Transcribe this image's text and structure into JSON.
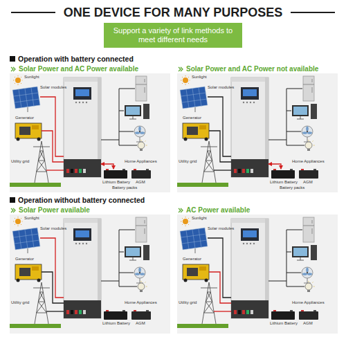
{
  "diagram": {
    "title": "ONE DEVICE FOR MANY PURPOSES",
    "nodes": [
      {
        "text": [
          "Support a variety of link methods to meet different needs"
        ]
      },
      {
        "text": [
          "Solar Power and AC Power available"
        ]
      },
      {
        "text": [
          "Solar Power and AC Power not available"
        ]
      },
      {
        "text": [
          "Solar Power available"
        ]
      },
      {
        "text": [
          "AC Power available"
        ]
      }
    ],
    "labels": [
      "Operation with battery connected",
      "Sunlight",
      "Solar modules",
      "Generator",
      "Utility grid",
      "Lithium Battery",
      "AGM",
      "Battery packs",
      "Home Appliances",
      "Sunlight",
      "Solar modules",
      "Generator",
      "Utility grid",
      "Lithium Battery",
      "AGM",
      "Battery packs",
      "Home Appliances",
      "Operation without battery connected",
      "Sunlight",
      "Solar modules",
      "Generator",
      "Utility grid",
      "Lithium Battery",
      "AGM",
      "Home Appliances",
      "Sunlight",
      "Solar modules",
      "Generator",
      "Utility grid",
      "Lithium Battery",
      "AGM",
      "Home Appliances"
    ]
  }
}
